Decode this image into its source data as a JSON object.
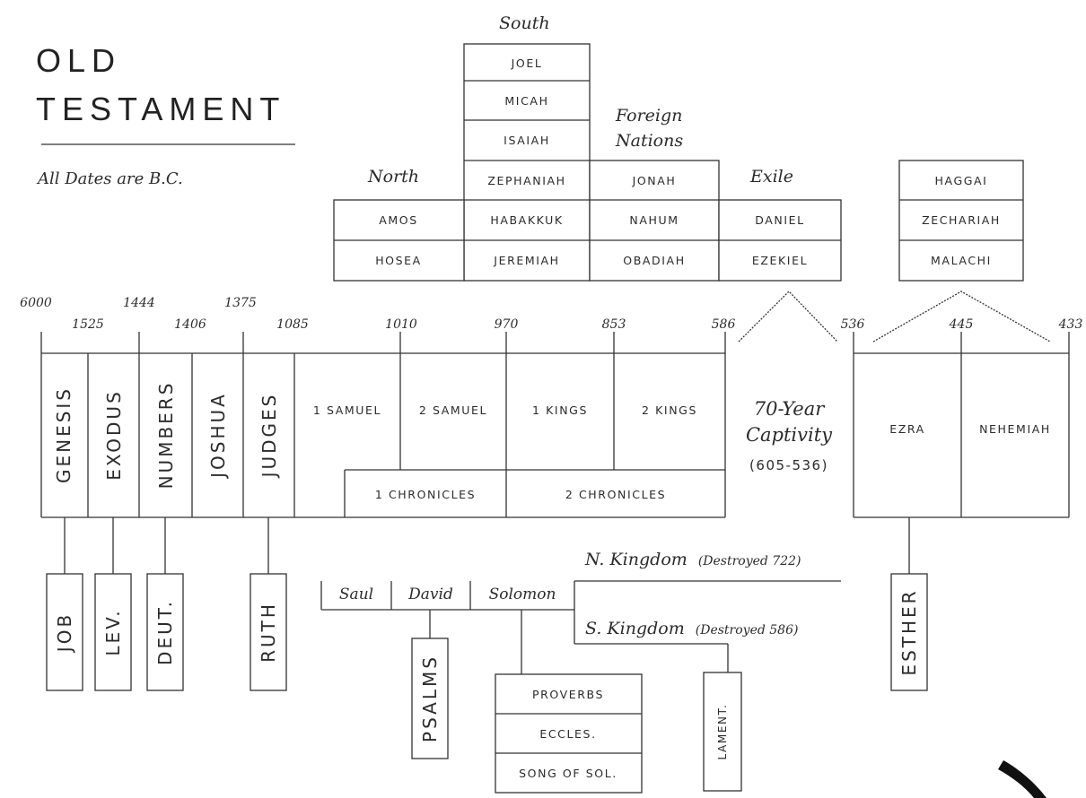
{
  "title": {
    "line1": "OLD",
    "line2": "TESTAMENT"
  },
  "subtitle": "All Dates are B.C.",
  "prophets": {
    "south_label": "South",
    "south": [
      "JOEL",
      "MICAH",
      "ISAIAH",
      "ZEPHANIAH",
      "HABAKKUK",
      "JEREMIAH"
    ],
    "north_label": "North",
    "north": [
      "AMOS",
      "HOSEA"
    ],
    "foreign_label": "Foreign Nations",
    "foreign_line1": "Foreign",
    "foreign_line2": "Nations",
    "foreign": [
      "JONAH",
      "NAHUM",
      "OBADIAH"
    ],
    "exile_label": "Exile",
    "exile": [
      "DANIEL",
      "EZEKIEL"
    ],
    "postexile": [
      "HAGGAI",
      "ZECHARIAH",
      "MALACHI"
    ]
  },
  "dates": {
    "d6000": "6000",
    "d1525": "1525",
    "d1444": "1444",
    "d1406": "1406",
    "d1375": "1375",
    "d1085": "1085",
    "d1010": "1010",
    "d970": "970",
    "d853": "853",
    "d586": "586",
    "d536": "536",
    "d445": "445",
    "d433": "433"
  },
  "books": {
    "genesis": "GENESIS",
    "exodus": "EXODUS",
    "numbers": "NUMBERS",
    "joshua": "JOSHUA",
    "judges": "JUDGES",
    "samuel1": "1 SAMUEL",
    "samuel2": "2 SAMUEL",
    "kings1": "1 KINGS",
    "kings2": "2 KINGS",
    "chron1": "1 CHRONICLES",
    "chron2": "2 CHRONICLES",
    "ezra": "EZRA",
    "nehemiah": "NEHEMIAH"
  },
  "captivity": {
    "line1": "70-Year",
    "line2": "Captivity",
    "range": "(605-536)"
  },
  "side_books": {
    "job": "JOB",
    "lev": "LEV.",
    "deut": "DEUT.",
    "ruth": "RUTH",
    "psalms": "PSALMS",
    "lament": "LAMENT.",
    "esther": "ESTHER",
    "wisdom": [
      "PROVERBS",
      "ECCLES.",
      "SONG OF SOL."
    ]
  },
  "kings": {
    "saul": "Saul",
    "david": "David",
    "solomon": "Solomon"
  },
  "kingdoms": {
    "north": "N. Kingdom",
    "north_note": "(Destroyed 722)",
    "south": "S. Kingdom",
    "south_note": "(Destroyed 586)"
  }
}
